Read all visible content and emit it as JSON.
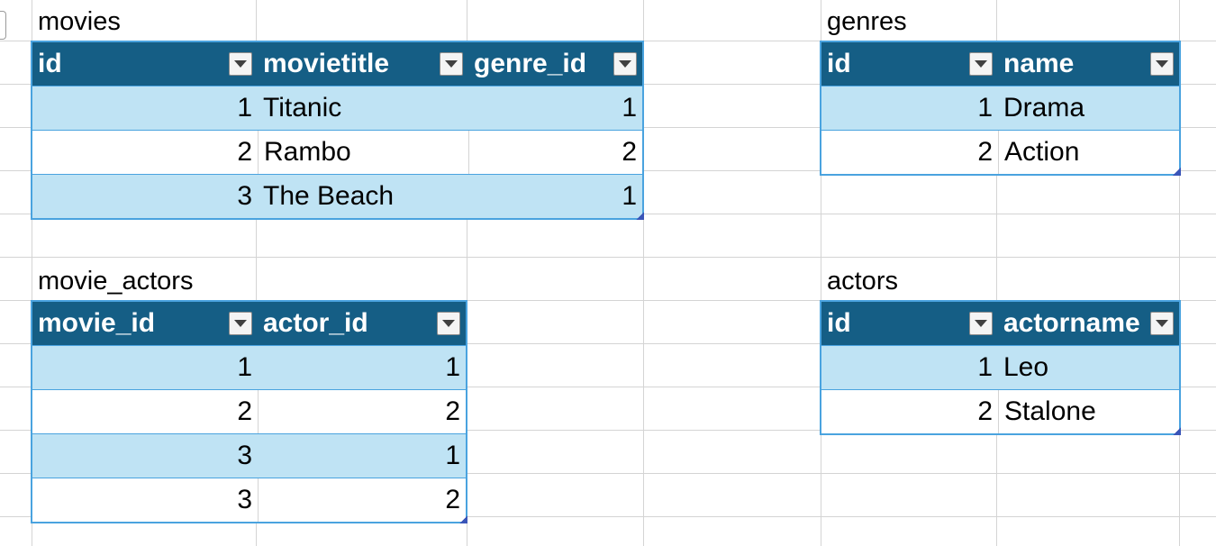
{
  "sheet": {
    "colors": {
      "header_bg": "#155e85",
      "band_bg": "#bfe3f4",
      "table_border": "#4aa3df",
      "gridline": "#d4d4d4"
    }
  },
  "tables": {
    "movies": {
      "caption": "movies",
      "headers": [
        "id",
        "movietitle",
        "genre_id"
      ],
      "rows": [
        [
          "1",
          "Titanic",
          "1"
        ],
        [
          "2",
          "Rambo",
          "2"
        ],
        [
          "3",
          "The Beach",
          "1"
        ]
      ]
    },
    "genres": {
      "caption": "genres",
      "headers": [
        "id",
        "name"
      ],
      "rows": [
        [
          "1",
          "Drama"
        ],
        [
          "2",
          "Action"
        ]
      ]
    },
    "movie_actors": {
      "caption": "movie_actors",
      "headers": [
        "movie_id",
        "actor_id"
      ],
      "rows": [
        [
          "1",
          "1"
        ],
        [
          "2",
          "2"
        ],
        [
          "3",
          "1"
        ],
        [
          "3",
          "2"
        ]
      ]
    },
    "actors": {
      "caption": "actors",
      "headers": [
        "id",
        "actorname"
      ],
      "rows": [
        [
          "1",
          "Leo"
        ],
        [
          "2",
          "Stalone"
        ]
      ]
    }
  },
  "icons": {
    "filter": "filter-dropdown-icon",
    "resize": "table-resize-handle-icon"
  }
}
